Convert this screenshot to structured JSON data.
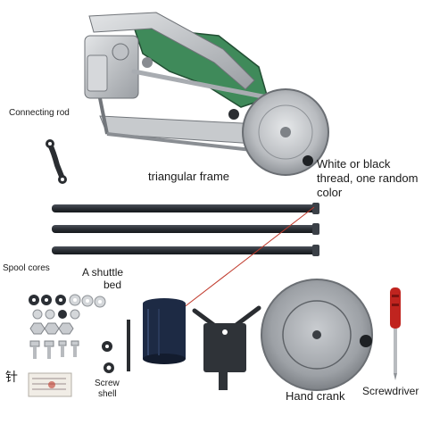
{
  "labels": {
    "connecting_rod": "Connecting rod",
    "triangular_frame": "triangular frame",
    "thread_line1": "White or black",
    "thread_line2": "thread, one random",
    "thread_line3": "color",
    "spool_cores": "Spool cores",
    "shuttle_bed_line1": "A shuttle",
    "shuttle_bed_line2": "bed",
    "needle_char": "针",
    "screw_shell_line1": "Screw",
    "screw_shell_line2": "shell",
    "hand_crank": "Hand crank",
    "screwdriver": "Screwdriver"
  },
  "colors": {
    "machine_green": "#3f8a5a",
    "steel": "#c9ccd0",
    "dark_rod": "#2b2f35",
    "pointer_line": "#c0392b",
    "screwdriver_red": "#c0241f",
    "thread_spool": "#1d2a44"
  },
  "icons": [
    "sewing-machine-icon",
    "connecting-rod-icon",
    "steel-rod-icon",
    "washer-icon",
    "bolt-icon",
    "spool-core-icon",
    "thread-spool-icon",
    "spool-stand-icon",
    "hand-crank-wheel-icon",
    "screwdriver-icon",
    "needle-pack-icon"
  ]
}
